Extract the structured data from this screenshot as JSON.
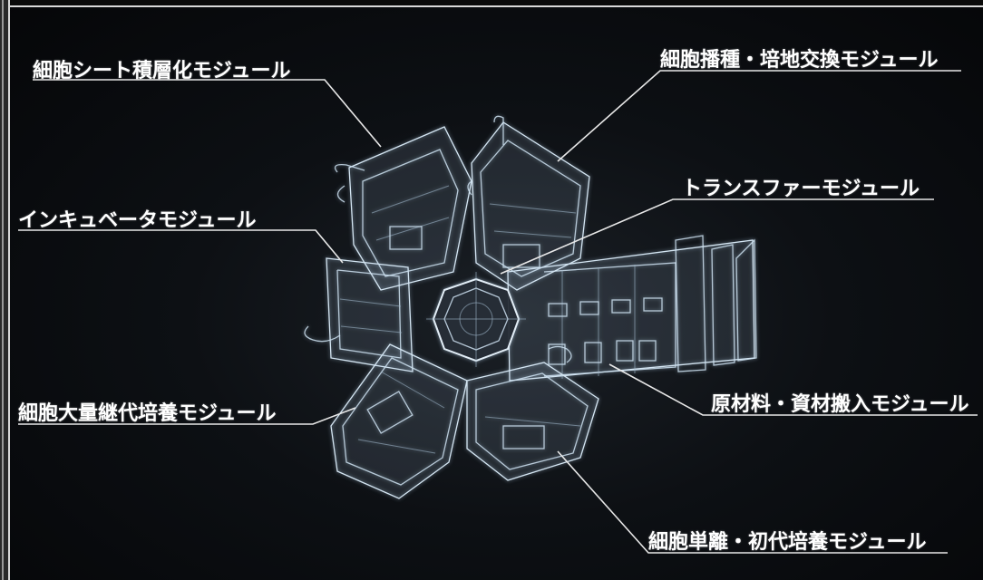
{
  "labels": {
    "sheet_lamination": "細胞シート積層化モジュール",
    "seeding_medium_exchange": "細胞播種・培地交換モジュール",
    "transfer": "トランスファーモジュール",
    "incubator": "インキュベータモジュール",
    "mass_subculture": "細胞大量継代培養モジュール",
    "material_loading": "原材料・資材搬入モジュール",
    "isolation_primary_culture": "細胞単離・初代培養モジュール"
  },
  "colors": {
    "background": "#0d1014",
    "label_text": "#ffffff",
    "leader_line": "#e8e8e8",
    "wireframe": "#cfe3f2"
  }
}
